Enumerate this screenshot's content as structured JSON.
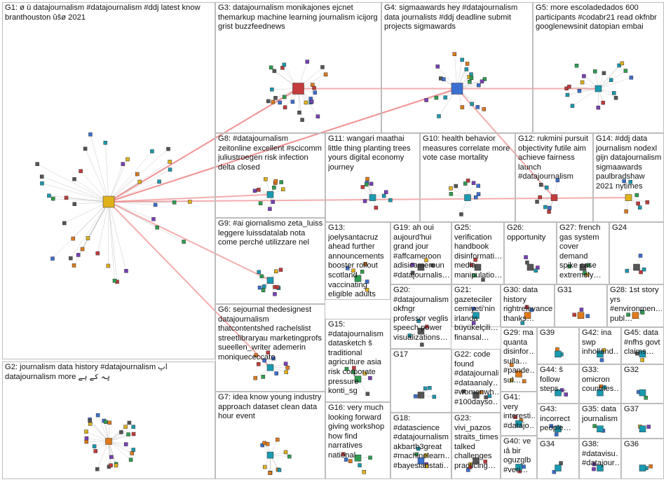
{
  "groups": [
    {
      "id": "G1",
      "label": "G1: ø ù datajournalism #datajournalism #ddj latest know branthouston ûšø 2021"
    },
    {
      "id": "G2",
      "label": "G2: journalism data history #datajournalism آپ datajournalism more یہ کے ہے"
    },
    {
      "id": "G3",
      "label": "G3: datajournalism monikajones ejcnet themarkup machine learning journalism icijorg grist buzzfeednews"
    },
    {
      "id": "G4",
      "label": "G4: sigmaawards hey #datajournalism data journalists #ddj deadline submit projects sigmawards"
    },
    {
      "id": "G5",
      "label": "G5: more escoladedados 600 participants #codabr21 read okfnbr googlenewsinit datopian embai"
    },
    {
      "id": "G6",
      "label": "G6: sejournal thedesignest datajournalism thatcontentshed rachelslist streetlibraryau marketingprofs sueellen_writer ademerin moniquececcato"
    },
    {
      "id": "G7",
      "label": "G7: idea know young industry approach dataset clean data hour event"
    },
    {
      "id": "G8",
      "label": "G8: #datajournalism zeitonline excellent #scicomm juliustroegen risk infection delta closed"
    },
    {
      "id": "G9",
      "label": "G9: #ai giornalismo zeta_luiss leggere luissdatalab nota come perché utilizzare nel"
    },
    {
      "id": "G10",
      "label": "G10: health behavior measures correlate more vote case mortality"
    },
    {
      "id": "G11",
      "label": "G11: wangari maathai little thing planting trees yours digital economy journey"
    },
    {
      "id": "G12",
      "label": "G12: rukmini pursuit objectivity futile aim achieve fairness launch #datajournalism"
    },
    {
      "id": "G13",
      "label": "G13: joelysantacruz ahead further announcements booster rollout scotland vaccinating eligible adults"
    },
    {
      "id": "G14",
      "label": "G14: #ddj data journalism nodexl gijn datajournalism sigmaawards paulbradshaw 2021 nytimes"
    },
    {
      "id": "G15",
      "label": "G15: #datajournalism datasketch š traditional agriculture asia risk corporate pressure konti_sg"
    },
    {
      "id": "G16",
      "label": "G16: very much looking forward giving workshop how find narratives national"
    },
    {
      "id": "G17",
      "label": "G17"
    },
    {
      "id": "G18",
      "label": "G18: #datascience #datajournalism akbarth3great #machinelearn… #bayesianstati…"
    },
    {
      "id": "G19",
      "label": "G19: ah oui aujourd'hui grand jour #affcameroon adisicameroun #datajournalis…"
    },
    {
      "id": "G20",
      "label": "G20: #datajournalism okfngr professor veglis speech power visualizations…"
    },
    {
      "id": "G21",
      "label": "G21: gazeteciler cemiyeti'nin irlanda büyükelçili… finansal…"
    },
    {
      "id": "G22",
      "label": "G22: code found #datajournali… #dataanaly… #womenwh… #100dayso…"
    },
    {
      "id": "G23",
      "label": "G23: vivi_pazos straits_times talked challenges practicing…"
    },
    {
      "id": "G24",
      "label": "G24"
    },
    {
      "id": "G25",
      "label": "G25: verification handbook disinformati… media manipulatio…"
    },
    {
      "id": "G26",
      "label": "G26: opportunity"
    },
    {
      "id": "G27",
      "label": "G27: french gas system cover demand spike case extremely…"
    },
    {
      "id": "G28",
      "label": "G28: 1st story yrs #environmen… publ…"
    },
    {
      "id": "G29",
      "label": "G29: ma quanta disinfor… sulla… #pande… sul…"
    },
    {
      "id": "G30",
      "label": "G30: data history rightrelevance thanks…"
    },
    {
      "id": "G31",
      "label": "G31"
    },
    {
      "id": "G32",
      "label": "G32"
    },
    {
      "id": "G33",
      "label": "G33: omicron countries…"
    },
    {
      "id": "G34",
      "label": "G34"
    },
    {
      "id": "G35",
      "label": "G35: data journalism"
    },
    {
      "id": "G36",
      "label": "G36"
    },
    {
      "id": "G37",
      "label": "G37"
    },
    {
      "id": "G38",
      "label": "G38: #datavisu… #datajour…"
    },
    {
      "id": "G39",
      "label": "G39"
    },
    {
      "id": "G40",
      "label": "G40: ve ıâ bir oguzglb #veri…"
    },
    {
      "id": "G41",
      "label": "G41: very interesti… #datajo…"
    },
    {
      "id": "G42",
      "label": "G42: ina swp inholland…"
    },
    {
      "id": "G43",
      "label": "G43: incorrect people…"
    },
    {
      "id": "G44",
      "label": "G44: š follow steps…"
    },
    {
      "id": "G45",
      "label": "G45: data #nfhs govt claims…"
    }
  ],
  "edge_color": "#f08a8a",
  "node_palette": [
    "#3b6fd1",
    "#2e9e4f",
    "#e0b21a",
    "#c43b3b",
    "#7a3fb8",
    "#1a9ab0",
    "#e07a1a",
    "#555555"
  ],
  "hub_nodes": [
    {
      "group": "G1",
      "name": "datajournalism"
    },
    {
      "group": "G3",
      "name": "monikajones"
    },
    {
      "group": "G4",
      "name": "sigmaawards"
    }
  ]
}
